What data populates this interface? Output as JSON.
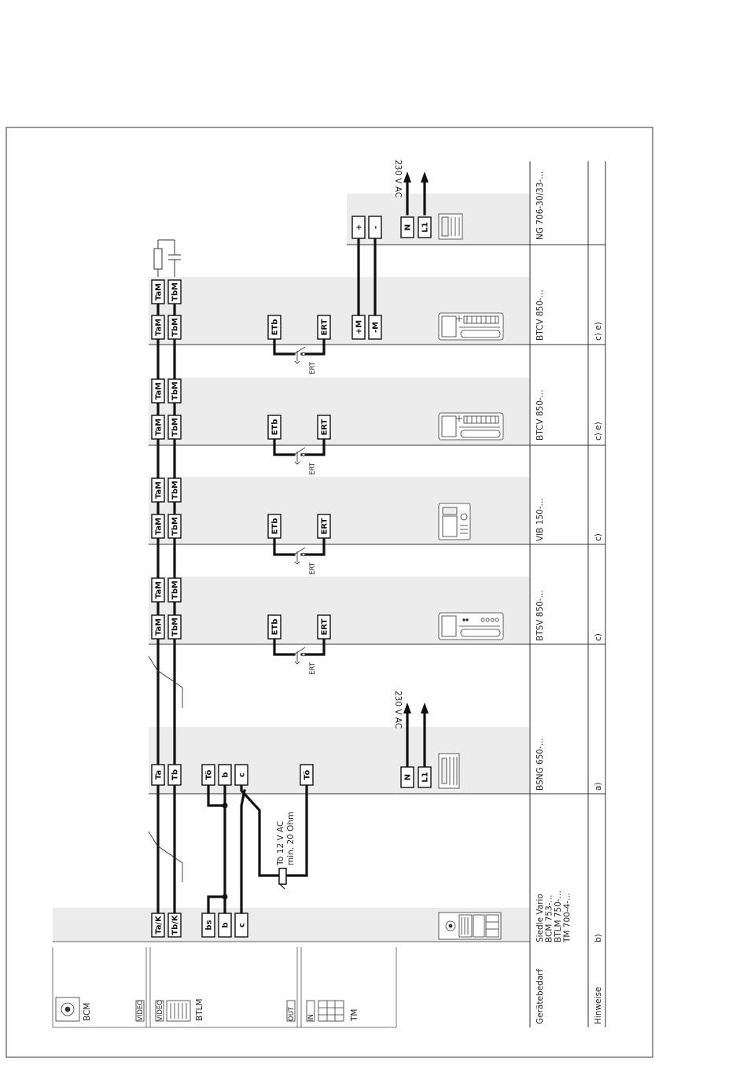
{
  "devices": [
    {
      "key": "siedle",
      "lines": [
        "Siedle Vario",
        "BCM 753-...",
        "BTLM 750-...",
        "TM 700-4-..."
      ],
      "note": "b)"
    },
    {
      "key": "bsng",
      "lines": [
        "BSNG 650-..."
      ],
      "note": "a)"
    },
    {
      "key": "btsv",
      "lines": [
        "BTSV 850-..."
      ],
      "note": "c)"
    },
    {
      "key": "vib",
      "lines": [
        "VIB 150-..."
      ],
      "note": "c)"
    },
    {
      "key": "btcv1",
      "lines": [
        "BTCV 850-..."
      ],
      "note": "c) e)"
    },
    {
      "key": "btcv2",
      "lines": [
        "BTCV 850-..."
      ],
      "note": "c) e)"
    },
    {
      "key": "ng",
      "lines": [
        "NG 706-30/33-..."
      ],
      "note": ""
    }
  ],
  "row_labels": {
    "requirement": "Gerätebedarf",
    "notes": "Hinweise"
  },
  "module_labels": {
    "bcm": "BCM",
    "btlm": "BTLM",
    "tm": "TM",
    "video1": "VIDEO",
    "video2": "VIDEO",
    "out": "OUT",
    "in": "IN"
  },
  "terminals": {
    "siedle": [
      "Ta/K",
      "Tb/K",
      "bs",
      "b",
      "c"
    ],
    "bsng": [
      "Ta",
      "Tb",
      "Tö",
      "b",
      "c",
      "Tö",
      "N",
      "L1"
    ],
    "mon_in": [
      "TaM",
      "TbM"
    ],
    "mon_out": [
      "TaM",
      "TbM"
    ],
    "mon_etb": "ETb",
    "mon_ert": "ERT",
    "switch_label": "ERT",
    "btcv2_power": [
      "+M",
      "-M"
    ],
    "ng": [
      "+",
      "-",
      "N",
      "L1"
    ]
  },
  "annotations": {
    "door_opener_1": "Tö 12 V AC",
    "door_opener_2": "min. 20 Ohm",
    "mains_bsng": "230 V AC",
    "mains_ng": "230 V AC"
  }
}
